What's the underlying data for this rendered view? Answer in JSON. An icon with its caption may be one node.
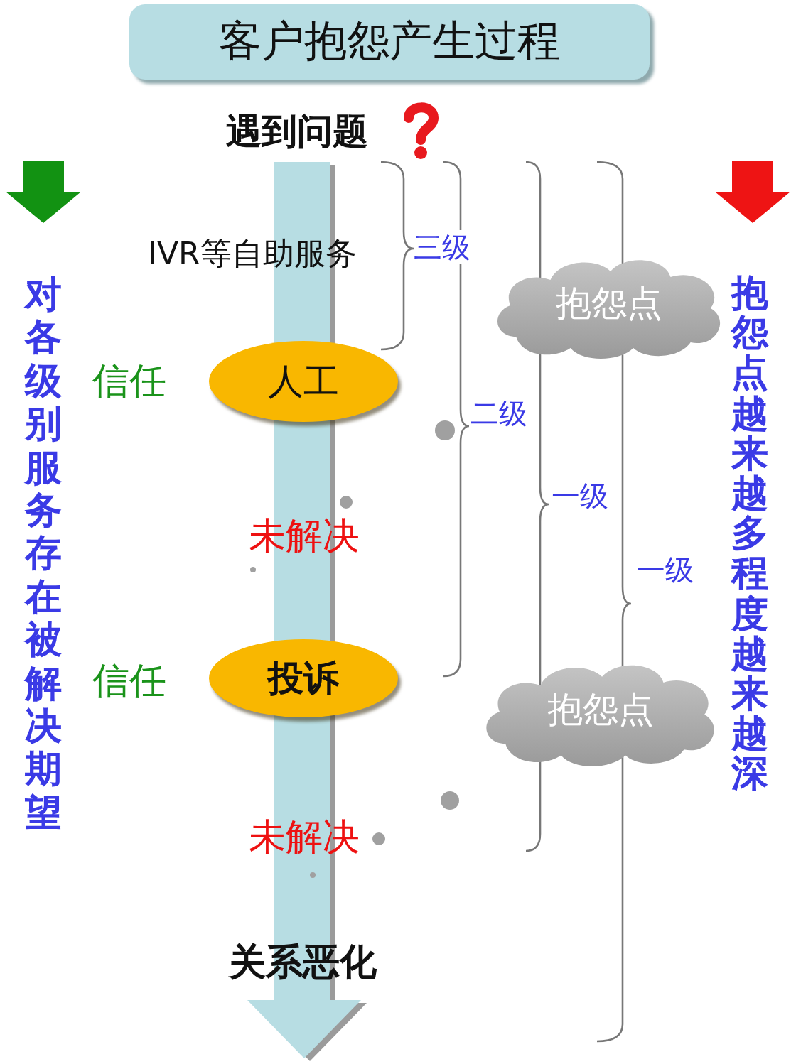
{
  "diagram": {
    "title": "客户抱怨产生过程",
    "nodes": [
      {
        "text": [
          "抱怨点"
        ]
      },
      {
        "text": [
          "人工"
        ],
        "beside": [
          "信任"
        ]
      },
      {
        "text": [
          "投诉"
        ],
        "beside": [
          "信任"
        ]
      },
      {
        "text": [
          "抱怨点"
        ]
      }
    ],
    "labels": [
      "遇到问题",
      "IVR等自助服务",
      "三级",
      "对各级别服务存在被解决期望",
      "抱怨点越来越多程度越来越深",
      "二级",
      "一级",
      "未解决",
      "一级",
      "未解决",
      "关系恶化"
    ]
  }
}
